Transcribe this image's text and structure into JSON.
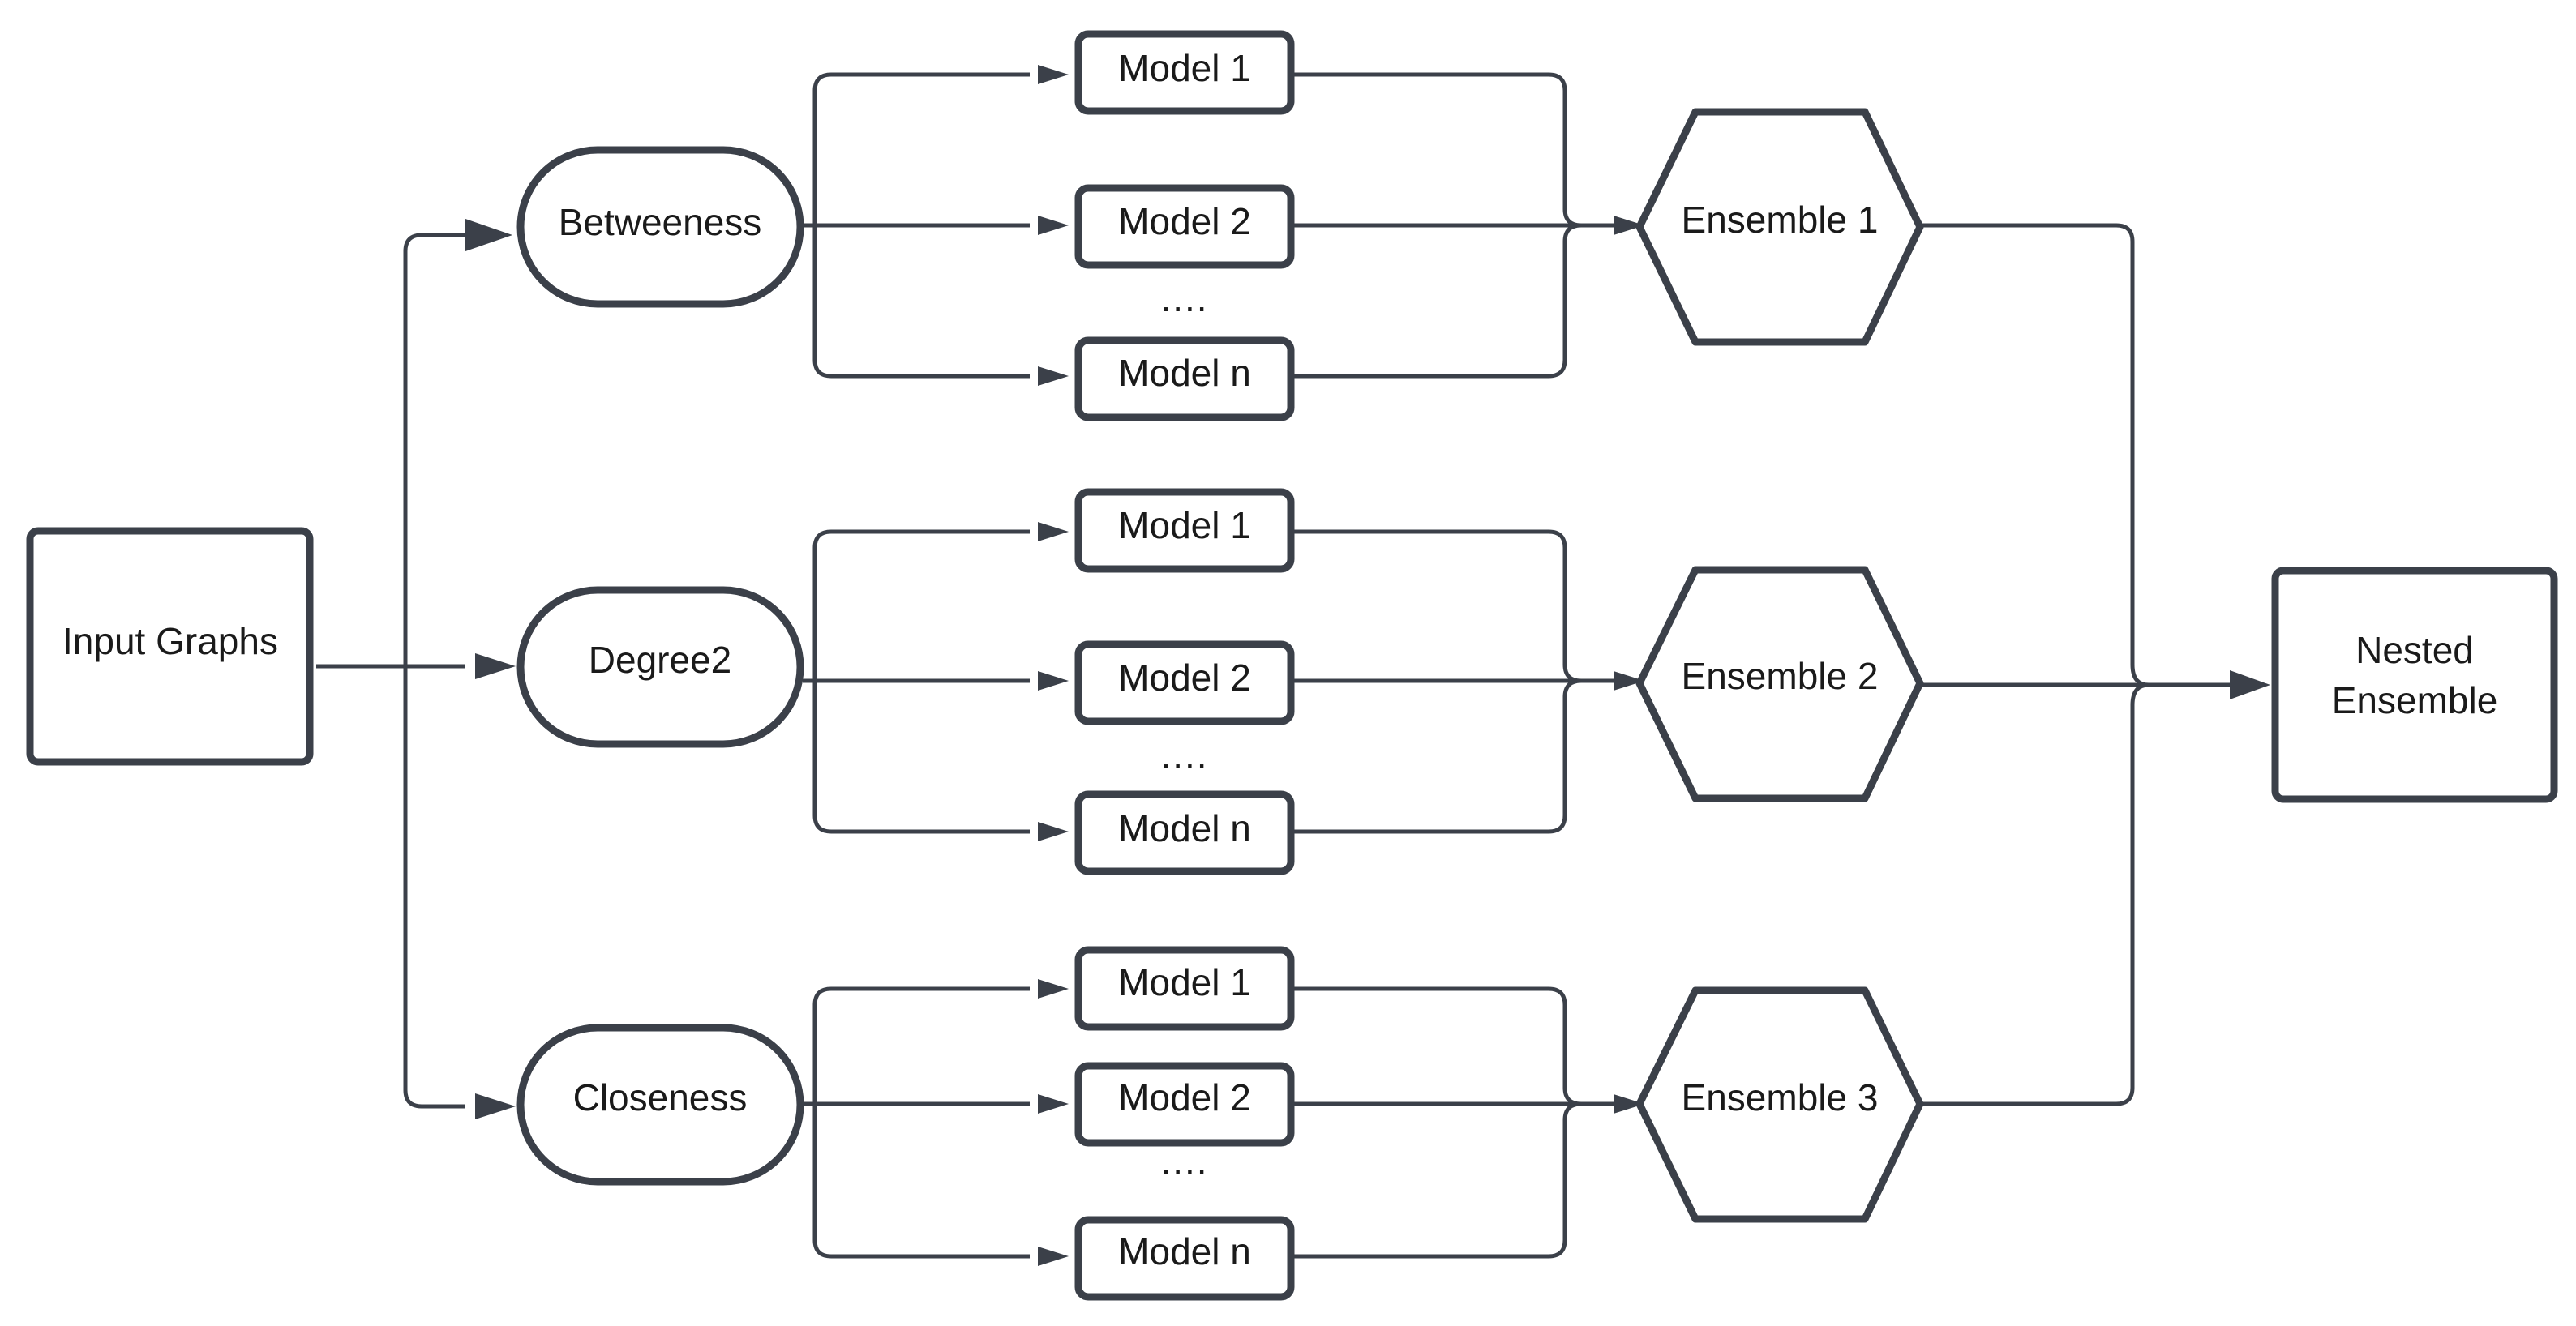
{
  "input": {
    "label": "Input Graphs"
  },
  "output": {
    "line1": "Nested",
    "line2": "Ensemble"
  },
  "branches": [
    {
      "feature": "Betweeness",
      "models": [
        "Model 1",
        "Model 2",
        "Model n"
      ],
      "ellipsis": "....",
      "ensemble": "Ensemble 1"
    },
    {
      "feature": "Degree2",
      "models": [
        "Model 1",
        "Model 2",
        "Model n"
      ],
      "ellipsis": "....",
      "ensemble": "Ensemble 2"
    },
    {
      "feature": "Closeness",
      "models": [
        "Model 1",
        "Model 2",
        "Model n"
      ],
      "ellipsis": "....",
      "ensemble": "Ensemble 3"
    }
  ]
}
